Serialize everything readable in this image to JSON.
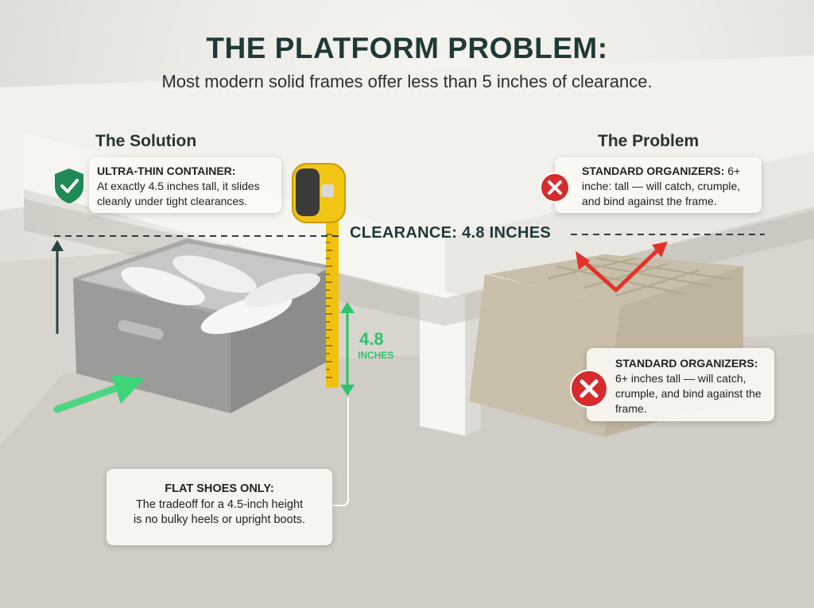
{
  "header": {
    "title": "THE PLATFORM PROBLEM:",
    "subtitle": "Most modern solid frames offer less than 5 inches of clearance."
  },
  "solution": {
    "section_label": "The Solution",
    "card_heading": "ULTRA-THIN CONTAINER:",
    "card_text": "At exactly 4.5 inches tall, it slides cleanly under tight clearances.",
    "icon": "shield-check-icon",
    "accent": "#1f8a55"
  },
  "problem": {
    "section_label": "The Problem",
    "card_top_heading": "STANDARD ORGANIZERS:",
    "card_top_text": "6+ inche: tall — will catch, crumple, and bind against the frame.",
    "card_side_heading": "STANDARD ORGANIZERS:",
    "card_side_text": "6+ inches tall — will catch, crumple, and bind against the frame.",
    "icon": "x-circle-icon",
    "accent": "#d62b2b"
  },
  "measurement": {
    "clearance_label": "CLEARANCE: 4.8 INCHES",
    "value": "4.8",
    "unit": "INCHES",
    "accent": "#2bc46a"
  },
  "tradeoff": {
    "heading": "FLAT SHOES ONLY:",
    "text_line1": "The tradeoff for a 4.5-inch height",
    "text_line2": "is no bulky heels or upright boots."
  }
}
